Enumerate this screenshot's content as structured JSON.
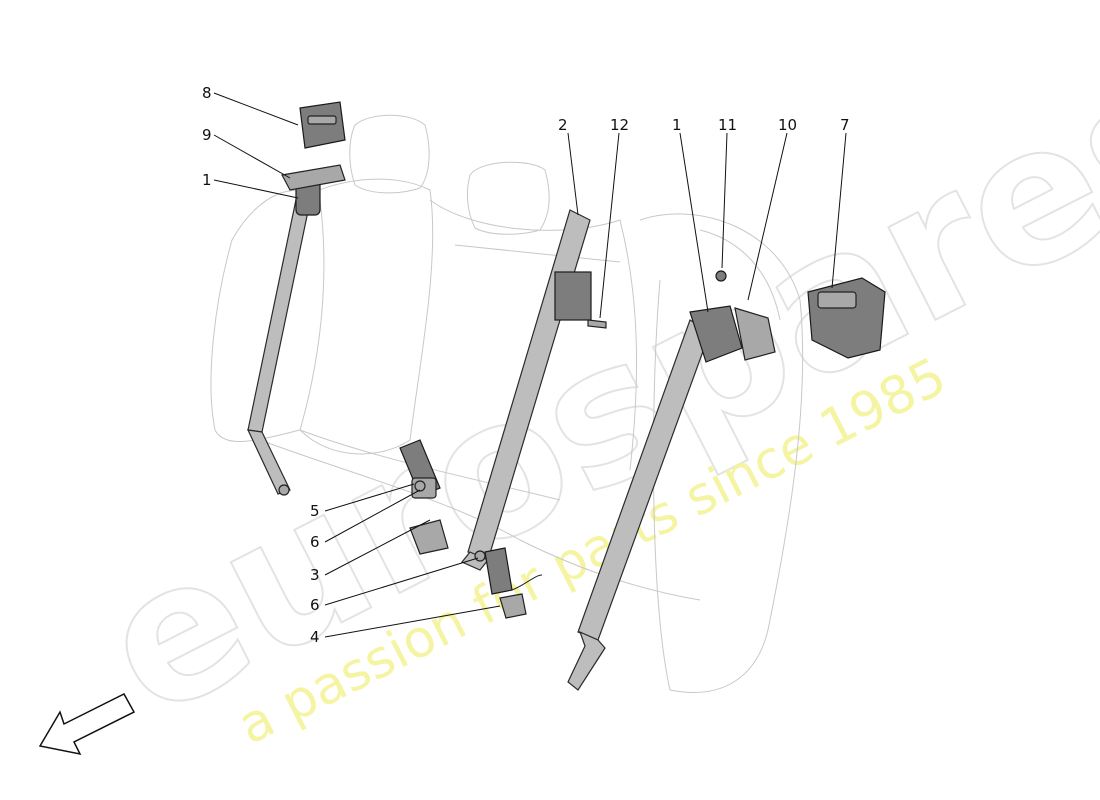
{
  "watermark": {
    "brand": "eurospares",
    "tagline": "a passion for parts since 1985"
  },
  "callouts": {
    "c8": "8",
    "c9": "9",
    "c1_left": "1",
    "c2": "2",
    "c12": "12",
    "c1_right": "1",
    "c11": "11",
    "c10": "10",
    "c7": "7",
    "c5": "5",
    "c6_upper": "6",
    "c3": "3",
    "c6_lower": "6",
    "c4": "4"
  },
  "direction_arrow": {
    "icon": "front-direction-arrow-icon"
  },
  "colors": {
    "belt": "#bdbdbd",
    "outline": "#2a2a2a",
    "seat_line": "#c8c8c8",
    "watermark_tag": "#f4f39a"
  }
}
